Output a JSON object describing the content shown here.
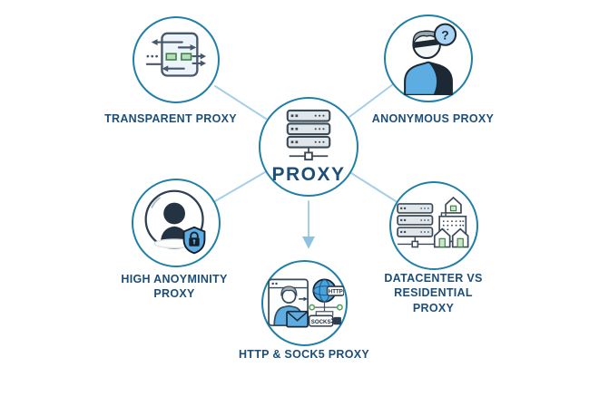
{
  "diagram": {
    "center": {
      "label": "PROXY"
    },
    "nodes": {
      "transparent": {
        "label": "TRANSPARENT PROXY"
      },
      "anonymous": {
        "label": "ANONYMOUS PROXY"
      },
      "high_anonymity": {
        "label": "HIGH ANOYMINITY PROXY"
      },
      "http_socks": {
        "label": "HTTP & SOCK5 PROXY"
      },
      "datacenter": {
        "label": "DATACENTER VS RESIDENTIAL PROXY"
      }
    },
    "icon_labels": {
      "http_tag": "HTTP",
      "socks_tag": "SOCKS",
      "question_mark": "?"
    },
    "colors": {
      "circle_border": "#1f7fa9",
      "label_text": "#1c4e79",
      "connector_line": "#a5cfe9",
      "accent_blue": "#5dade2",
      "accent_green": "#b5dfb7",
      "dark_outline": "#1c2833",
      "server_fill": "#e1e6ea"
    }
  }
}
